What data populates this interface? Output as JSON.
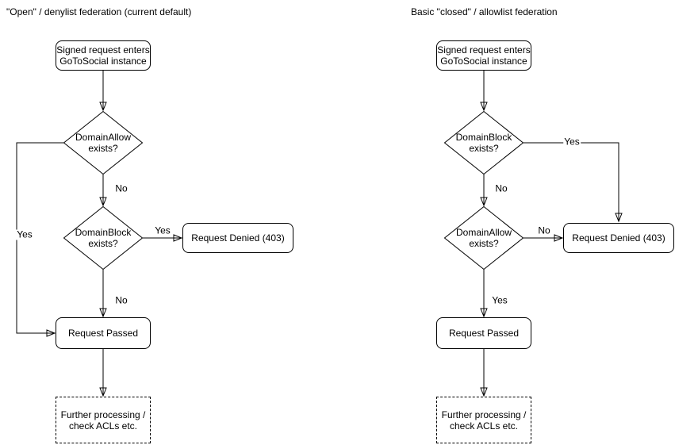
{
  "style": {
    "background": "#ffffff",
    "line_color": "#000000",
    "node_fill": "#ffffff",
    "text_color": "#000000"
  },
  "left_chart": {
    "title": "\"Open\" / denylist federation (current default)",
    "nodes": {
      "start": "Signed request enters\nGoToSocial instance",
      "decision1": "DomainAllow\nexists?",
      "decision2": "DomainBlock\nexists?",
      "denied": "Request Denied (403)",
      "passed": "Request Passed",
      "further": "Further processing /\ncheck ACLs etc."
    },
    "labels": {
      "decision1_yes": "Yes",
      "decision1_no": "No",
      "decision2_yes": "Yes",
      "decision2_no": "No"
    }
  },
  "right_chart": {
    "title": "Basic \"closed\" / allowlist federation",
    "nodes": {
      "start": "Signed request enters\nGoToSocial instance",
      "decision1": "DomainBlock\nexists?",
      "decision2": "DomainAllow\nexists?",
      "denied": "Request Denied (403)",
      "passed": "Request Passed",
      "further": "Further processing /\ncheck ACLs etc."
    },
    "labels": {
      "decision1_yes": "Yes",
      "decision1_no": "No",
      "decision2_no": "No",
      "decision2_yes": "Yes"
    }
  }
}
